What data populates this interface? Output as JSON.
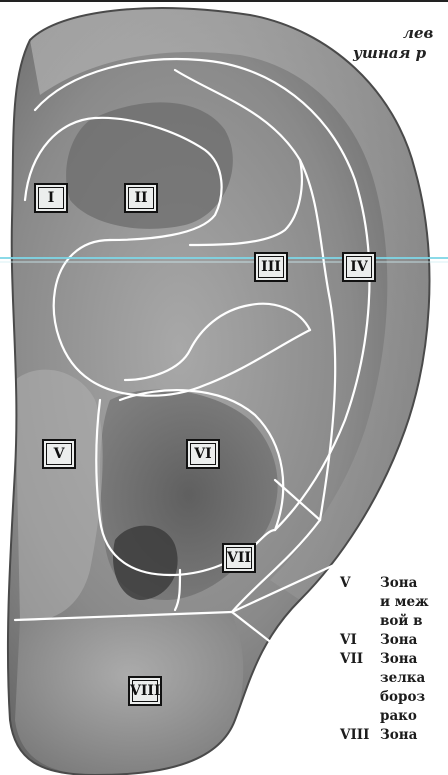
{
  "caption": {
    "line1": "лев",
    "line2": "ушная р"
  },
  "zones": [
    "I",
    "II",
    "III",
    "IV",
    "V",
    "VI",
    "VII",
    "VIII"
  ],
  "legend": [
    {
      "num": "V",
      "lines": [
        "Зона",
        "и меж",
        "вой в"
      ]
    },
    {
      "num": "VI",
      "lines": [
        "Зона"
      ]
    },
    {
      "num": "VII",
      "lines": [
        "Зона",
        "зелка",
        "бороз",
        "рако"
      ]
    },
    {
      "num": "VIII",
      "lines": [
        "Зона"
      ]
    }
  ],
  "colors": {
    "ear_dark": "#5e5e5e",
    "ear_mid": "#8d8d8d",
    "ear_light": "#c9c9c9",
    "zone_border": "#ffffff",
    "cyan_line": "#7fd6e6"
  }
}
